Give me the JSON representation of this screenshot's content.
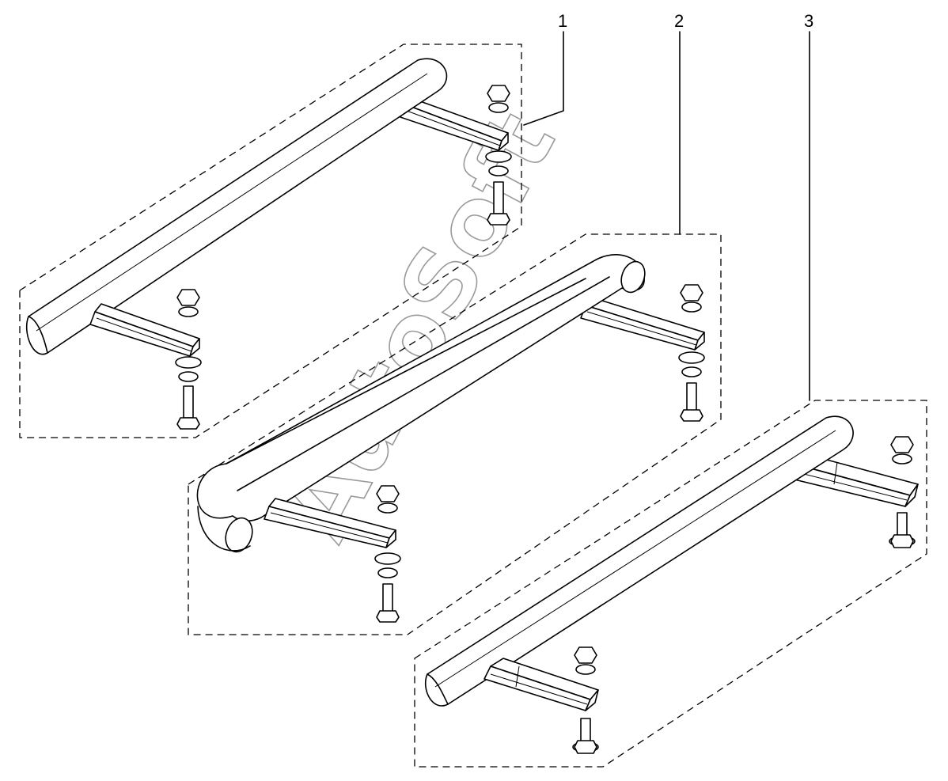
{
  "diagram": {
    "callouts": [
      {
        "id": "1",
        "label": "1"
      },
      {
        "id": "2",
        "label": "2"
      },
      {
        "id": "3",
        "label": "3"
      }
    ],
    "watermark": "AutoSoft",
    "colors": {
      "line": "#000000",
      "background": "#ffffff",
      "watermark": "#9a9a9a"
    }
  }
}
